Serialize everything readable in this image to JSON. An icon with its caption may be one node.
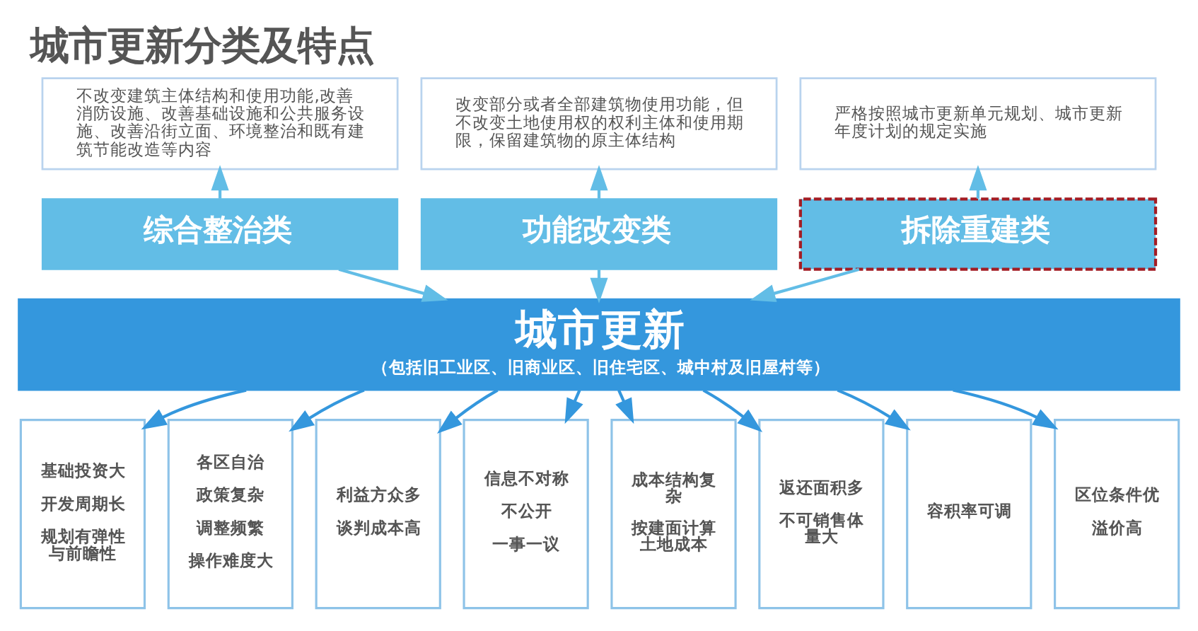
{
  "diagram": {
    "title": "城市更新分类及特点",
    "nodes": [
      {
        "text": [
          "不改变建筑主体结构和使用功能,改善消防设施、改善基础设施和公共服务设施、改善沿街立面、环境整治和既有建筑节能改造等内容"
        ]
      },
      {
        "text": [
          "改变部分或者全部建筑物使用功能，但不改变土地使用权的权利主体和使用期限，保留建筑物的原主体结构"
        ]
      },
      {
        "text": [
          "严格按照城市更新单元规划、城市更新年度计划的规定实施"
        ]
      },
      {
        "text": [
          "综合整治类"
        ]
      },
      {
        "text": [
          "功能改变类"
        ]
      },
      {
        "text": [
          "拆除重建类"
        ]
      },
      {
        "text": [
          "城市更新",
          "（包括旧工业区、旧商业区、旧住宅区、城中村及旧屋村等）"
        ]
      },
      {
        "text": [
          "基础投资大",
          "开发周期长",
          "规划有弹性与前瞻性"
        ]
      },
      {
        "text": [
          "各区自治",
          "政策复杂",
          "调整频繁",
          "操作难度大"
        ]
      },
      {
        "text": [
          "利益方众多",
          "谈判成本高"
        ]
      },
      {
        "text": [
          "信息不对称",
          "不公开",
          "一事一议"
        ]
      },
      {
        "text": [
          "成本结构复杂",
          "按建面计算土地成本"
        ]
      },
      {
        "text": [
          "返还面积多",
          "不可销售体量大"
        ]
      },
      {
        "text": [
          "容积率可调"
        ]
      },
      {
        "text": [
          "区位条件优",
          "溢价高"
        ]
      }
    ],
    "edges": [
      {
        "from": 3,
        "to": 0,
        "arrow": "to",
        "color": "#62bde6"
      },
      {
        "from": 4,
        "to": 1,
        "arrow": "to",
        "color": "#62bde6"
      },
      {
        "from": 5,
        "to": 2,
        "arrow": "to",
        "color": "#62bde6"
      },
      {
        "from": 3,
        "to": 6,
        "arrow": "to",
        "color": "#62bde6"
      },
      {
        "from": 4,
        "to": 6,
        "arrow": "to",
        "color": "#62bde6"
      },
      {
        "from": 5,
        "to": 6,
        "arrow": "to",
        "color": "#62bde6"
      },
      {
        "from": 6,
        "to": 7,
        "arrow": "to"
      },
      {
        "from": 6,
        "to": 8,
        "arrow": "to"
      },
      {
        "from": 6,
        "to": 9,
        "arrow": "to"
      },
      {
        "from": 6,
        "to": 10,
        "arrow": "to"
      },
      {
        "from": 6,
        "to": 11,
        "arrow": "to"
      },
      {
        "from": 6,
        "to": 12,
        "arrow": "to"
      },
      {
        "from": 6,
        "to": 13,
        "arrow": "to"
      },
      {
        "from": 6,
        "to": 14,
        "arrow": "to"
      }
    ]
  }
}
